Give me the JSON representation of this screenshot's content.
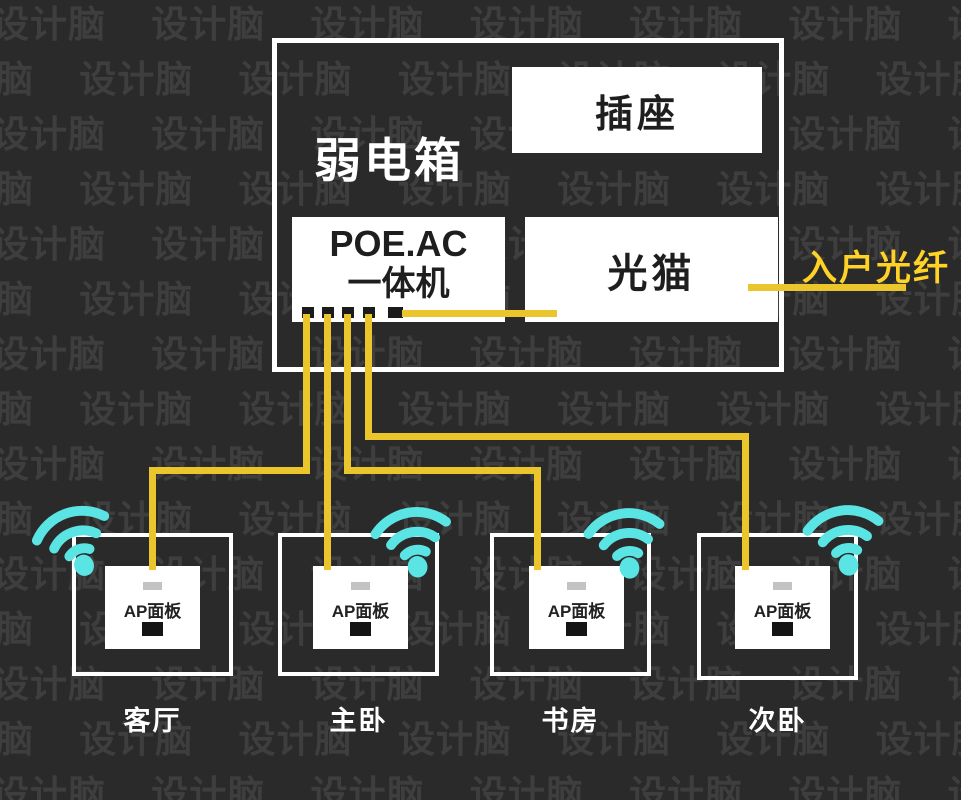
{
  "diagram": {
    "box_title": "弱电箱",
    "socket_label": "插座",
    "poe_label_line1": "POE.AC",
    "poe_label_line2": "一体机",
    "modem_label": "光猫",
    "fiber_label": "入户光纤"
  },
  "ap_panels": [
    {
      "room": "客厅",
      "panel_label": "AP面板"
    },
    {
      "room": "主卧",
      "panel_label": "AP面板"
    },
    {
      "room": "书房",
      "panel_label": "AP面板"
    },
    {
      "room": "次卧",
      "panel_label": "AP面板"
    }
  ],
  "watermark": {
    "text": "设计脑",
    "repeat": 8,
    "rows": 15
  },
  "colors": {
    "background": "#2a2a2a",
    "watermark_gray": "#3e3e3e",
    "cable_yellow": "#eac52c",
    "fiber_label_yellow": "#ffd226",
    "wifi_cyan": "#5ae4e4"
  }
}
